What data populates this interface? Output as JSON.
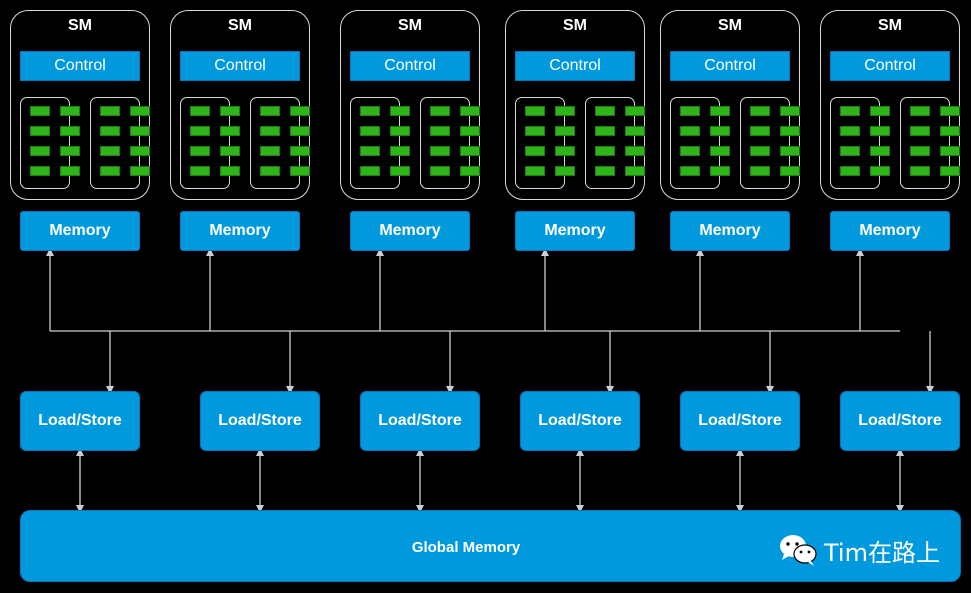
{
  "diagram": {
    "sm_label": "SM",
    "control_label": "Control",
    "memory_label": "Memory",
    "loadstore_label": "Load/Store",
    "global_memory_label": "Global Memory",
    "sm_count": 6,
    "loadstore_count": 6,
    "colors": {
      "background": "#000000",
      "box_blue": "#0099dd",
      "core_green": "#2fb51a",
      "outline": "#d9d9d9",
      "arrow": "#cfcfcf"
    }
  },
  "watermark": {
    "icon": "wechat-icon",
    "text": "Tim在路上"
  }
}
